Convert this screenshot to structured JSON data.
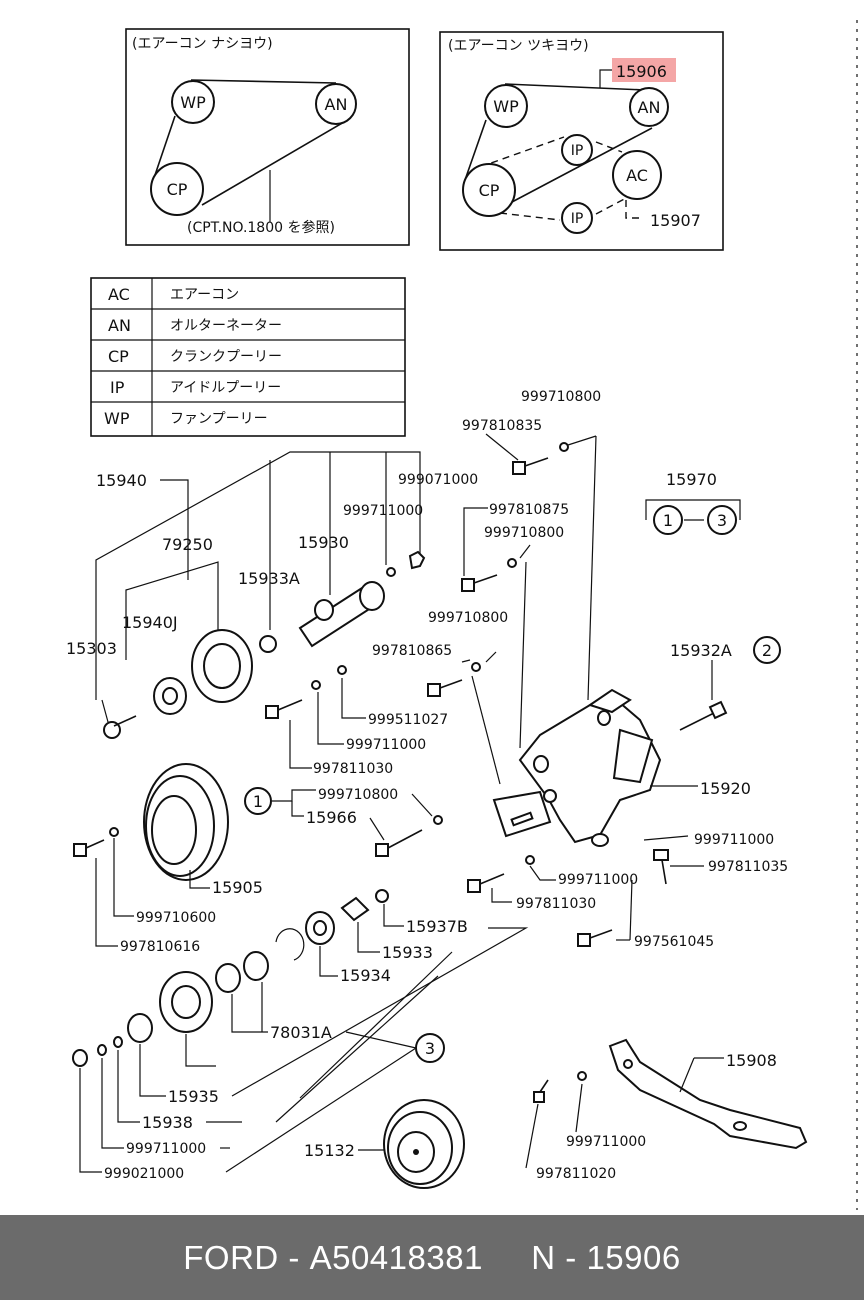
{
  "panel_left": {
    "title": "(エアーコン ナシヨウ)",
    "nodes": [
      "WP",
      "AN",
      "CP"
    ],
    "ref_note": "(CPT.NO.1800 を参照)"
  },
  "panel_right": {
    "title": "(エアーコン ツキヨウ)",
    "nodes": [
      "WP",
      "AN",
      "IP",
      "CP",
      "AC",
      "IP"
    ],
    "highlight_part": "15906",
    "highlight_color": "#f4a6a6",
    "part_15907": "15907"
  },
  "legend": [
    {
      "code": "AC",
      "desc": "エアーコン"
    },
    {
      "code": "AN",
      "desc": "オルターネーター"
    },
    {
      "code": "CP",
      "desc": "クランクプーリー"
    },
    {
      "code": "IP",
      "desc": "アイドルプーリー"
    },
    {
      "code": "WP",
      "desc": "ファンプーリー"
    }
  ],
  "labels": {
    "p15940": "15940",
    "p79250": "79250",
    "p15930": "15930",
    "p15933A": "15933A",
    "p15940J": "15940J",
    "p15303": "15303",
    "p999711000_a": "999711000",
    "p999071000": "999071000",
    "p997810835": "997810835",
    "p999710800_a": "999710800",
    "p997810875": "997810875",
    "p999710800_b": "999710800",
    "p999710800_c": "999710800",
    "p997810865": "997810865",
    "p999511027": "999511027",
    "p999711000_b": "999711000",
    "p997811030_a": "997811030",
    "p15970": "15970",
    "c1": "1",
    "c3": "3",
    "p15932A": "15932A",
    "c2": "2",
    "p15920": "15920",
    "p999710800_d": "999710800",
    "p15966": "15966",
    "p999711000_c": "999711000",
    "p997811035": "997811035",
    "p999711000_d": "999711000",
    "p997811030_b": "997811030",
    "p15905": "15905",
    "p999710600": "999710600",
    "p997810616": "997810616",
    "p15937B": "15937B",
    "p15933": "15933",
    "p15934": "15934",
    "p997561045": "997561045",
    "p78031A": "78031A",
    "c3b": "3",
    "p15935": "15935",
    "p15938": "15938",
    "p999711000_e": "999711000",
    "p999021000": "999021000",
    "p15132": "15132",
    "p15908": "15908",
    "p999711000_f": "999711000",
    "p997811020": "997811020"
  },
  "footer": {
    "brand": "FORD",
    "part_no": "A50418381",
    "ref": "N - 15906"
  }
}
